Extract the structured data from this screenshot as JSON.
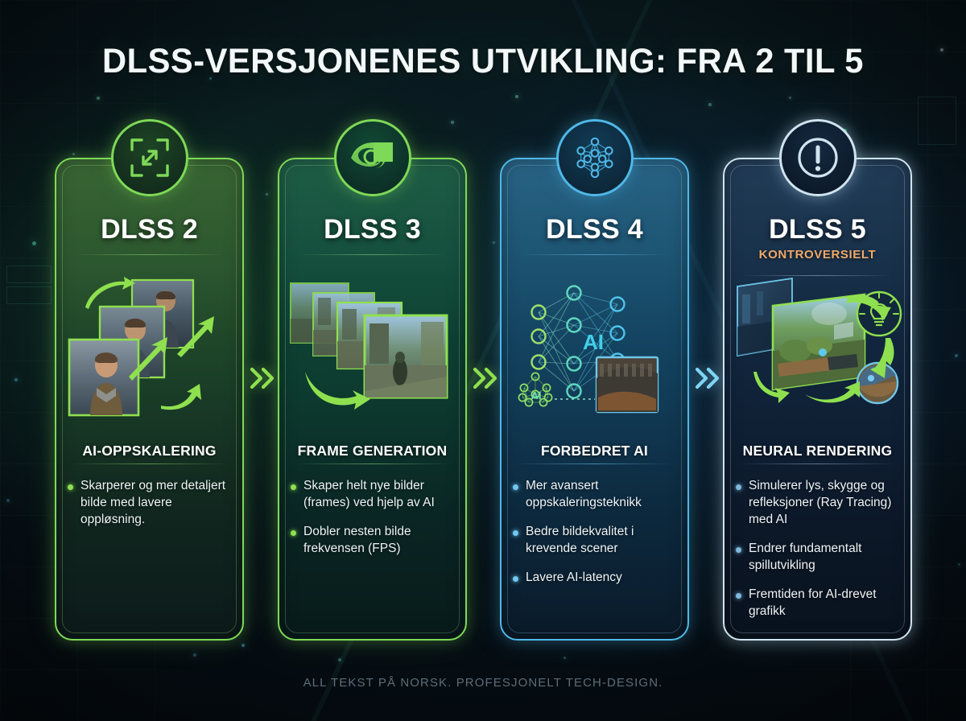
{
  "title": "DLSS-VERSJONENES UTVIKLING: FRA 2 TIL 5",
  "footer": "ALL TEKST PÅ NORSK. PROFESJONELT TECH-DESIGN.",
  "colors": {
    "green_accent": "#7ed957",
    "green_bright": "#8fe04f",
    "blue_accent": "#4fb8e8",
    "blue_light": "#9cd6ef",
    "orange_badge": "#f0a868",
    "background": "#060d12",
    "title_text": "#f2f7f8",
    "footer_text": "#5d6d78"
  },
  "connectors": [
    {
      "icon": "double-chevron-right-icon",
      "color": "#8fe04f"
    },
    {
      "icon": "double-chevron-right-icon",
      "color": "#8fe04f"
    },
    {
      "icon": "double-chevron-right-icon",
      "color": "#7fd4f5"
    }
  ],
  "cards": [
    {
      "version": "DLSS 2",
      "subtitle": "",
      "icon": "expand-arrows-icon",
      "section_title": "AI-OPPSKALERING",
      "bullets": [
        "Skarperer og mer detaljert bilde med lavere oppløsning."
      ],
      "illustration": "upscaling-character-frames-with-arrows"
    },
    {
      "version": "DLSS 3",
      "subtitle": "",
      "icon": "nvidia-eye-logo-icon",
      "section_title": "FRAME GENERATION",
      "bullets": [
        "Skaper helt nye bilder (frames) ved hjelp av AI",
        "Dobler nesten bilde frekvensen (FPS)"
      ],
      "illustration": "stacked-game-frames-with-arrow"
    },
    {
      "version": "DLSS 4",
      "subtitle": "",
      "icon": "neural-network-icon",
      "section_title": "FORBEDRET AI",
      "bullets": [
        "Mer avansert oppskaleringsteknikk",
        "Bedre bildekvalitet i krevende scener",
        "Lavere AI-latency"
      ],
      "illustration": "neural-net-with-ai-labels-and-texture",
      "illustration_labels": [
        "AI",
        "AI"
      ]
    },
    {
      "version": "DLSS 5",
      "subtitle": "KONTROVERSIELT",
      "icon": "warning-exclamation-icon",
      "section_title": "NEURAL RENDERING",
      "bullets": [
        "Simulerer lys, skygge og refleksjoner (Ray Tracing) med AI",
        "Endrer fundamentalt spillutvikling",
        "Fremtiden for AI-drevet grafikk"
      ],
      "illustration": "game-scene-with-lightbulb-and-arrows"
    }
  ]
}
